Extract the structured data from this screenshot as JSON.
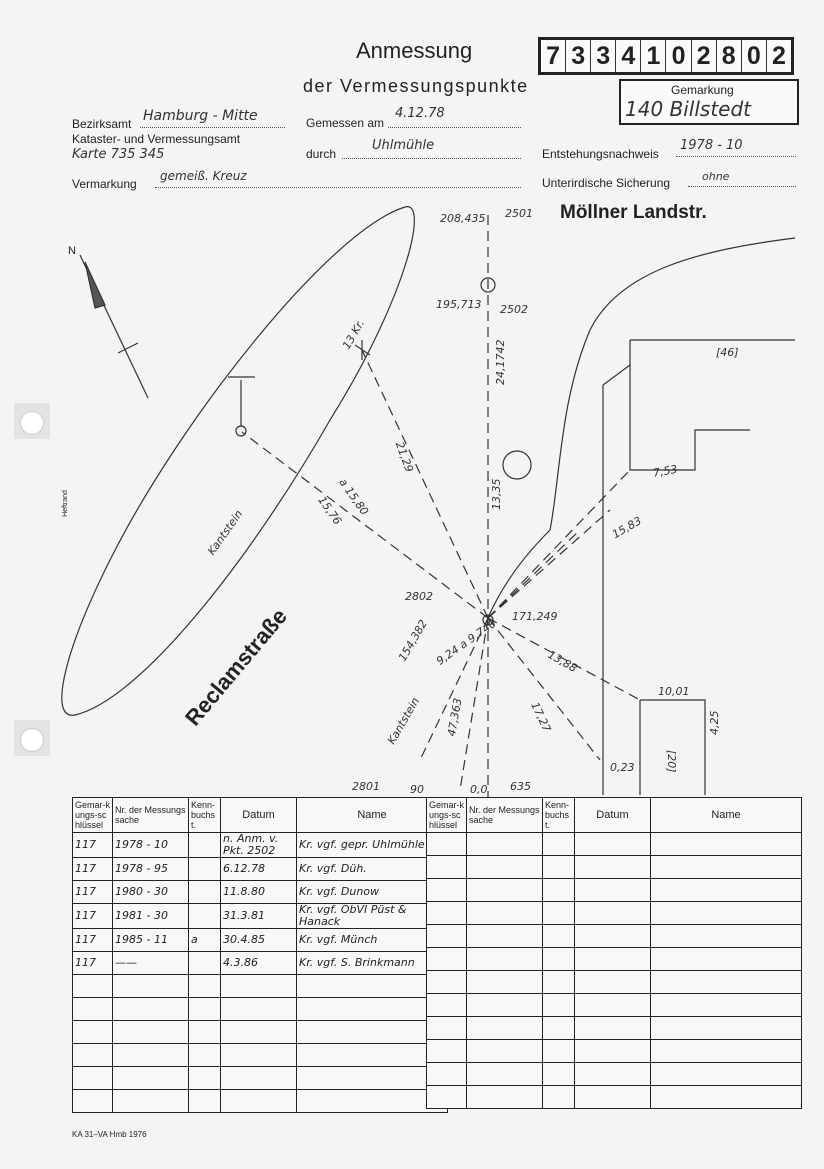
{
  "header": {
    "title": "Anmessung",
    "subtitle": "der Vermessungspunkte",
    "number_digits": [
      "7",
      "3",
      "3",
      "4",
      "1",
      "0",
      "2",
      "8",
      "0",
      "2"
    ],
    "gemarkung_label": "Gemarkung",
    "gemarkung_value": "140 Billstedt"
  },
  "fields": {
    "bezirksamt_label": "Bezirksamt",
    "bezirksamt_value": "Hamburg - Mitte",
    "kataster_label": "Kataster- und Vermessungsamt",
    "karte_value": "Karte 735 345",
    "gemessen_label": "Gemessen am",
    "gemessen_value": "4.12.78",
    "durch_label": "durch",
    "durch_value": "Uhlmühle",
    "entstehung_label": "Entstehungsnachweis",
    "entstehung_value": "1978 - 10",
    "vermarkung_label": "Vermarkung",
    "vermarkung_value": "gemeiß. Kreuz",
    "sicherung_label": "Unterirdische Sicherung",
    "sicherung_value": "ohne"
  },
  "map": {
    "street_top": "Möllner Landstr.",
    "street_bottom": "Reclamstraße",
    "north": "N",
    "heftrand": "Heftrand",
    "labels": [
      "208,435",
      "2501",
      "195,713",
      "2502",
      "24,1742",
      "21,29",
      "a 15,80",
      "15,76",
      "13,35",
      "15,83",
      "7,53",
      "[46]",
      "2802",
      "171,249",
      "154,382",
      "9,24 a 9,740",
      "13,88",
      "17,27",
      "10,01",
      "4,25",
      "0,23",
      "[20]",
      "47,363",
      "Kantstein",
      "Kantstein",
      "2801",
      "90",
      "0,0",
      "635",
      "13 Kr."
    ]
  },
  "table": {
    "headers": [
      "Gemar-kungs-schlüssel",
      "Nr. der Messungssache",
      "Kenn-buchst.",
      "Datum",
      "Name"
    ],
    "rows": [
      [
        "117",
        "1978 - 10",
        "",
        "n. Anm. v. Pkt. 2502",
        "Kr. vgf. gepr. Uhlmühle"
      ],
      [
        "117",
        "1978 - 95",
        "",
        "6.12.78",
        "Kr. vgf. Düh."
      ],
      [
        "117",
        "1980 - 30",
        "",
        "11.8.80",
        "Kr. vgf. Dunow"
      ],
      [
        "117",
        "1981 - 30",
        "",
        "31.3.81",
        "Kr. vgf. ÖbVI Püst & Hanack"
      ],
      [
        "117",
        "1985 - 11",
        "a",
        "30.4.85",
        "Kr. vgf. Münch"
      ],
      [
        "117",
        "——",
        "",
        "4.3.86",
        "Kr. vgf. S. Brinkmann"
      ]
    ]
  },
  "footer": "KA 31–VA Hmb 1976"
}
